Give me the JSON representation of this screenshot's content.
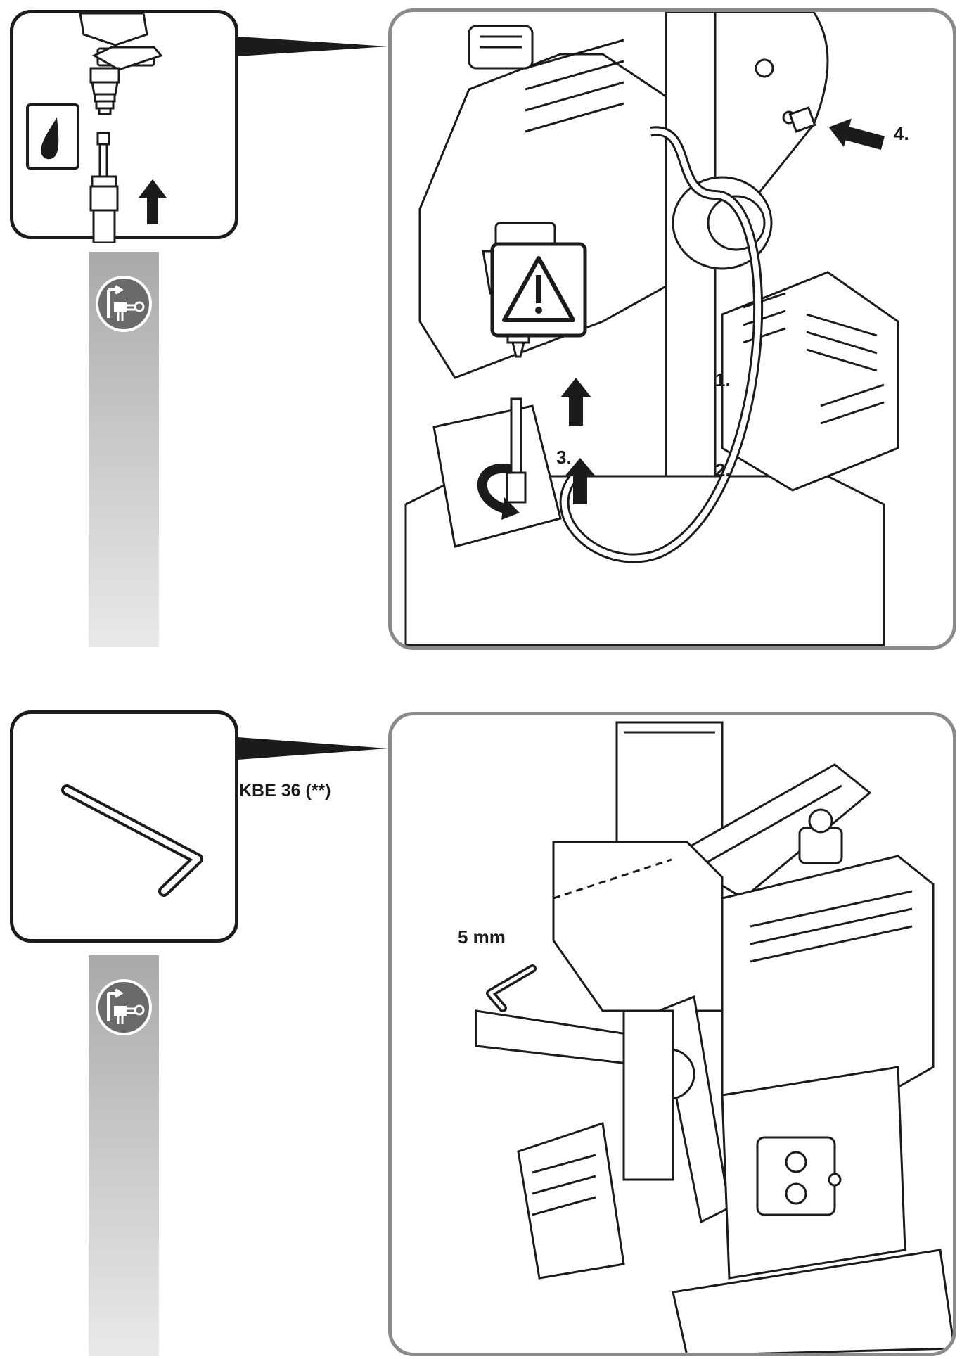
{
  "top": {
    "steps": [
      "1.",
      "2.",
      "3.",
      "4."
    ],
    "icons": [
      "coolant-drop-icon",
      "warning-triangle-icon",
      "unplug-power-icon",
      "arrow-up-icon",
      "rotate-arrow-icon",
      "arrow-left-icon"
    ]
  },
  "bottom": {
    "model_label": "KBE 36 (**)",
    "wrench_size": "5 mm",
    "icons": [
      "allen-key-icon",
      "unplug-power-icon"
    ]
  },
  "colors": {
    "outline": "#1b1b1b",
    "panel_border": "#8a8a8a",
    "strip_top": "#a9a9a9",
    "strip_bottom": "#e9e9e9"
  }
}
